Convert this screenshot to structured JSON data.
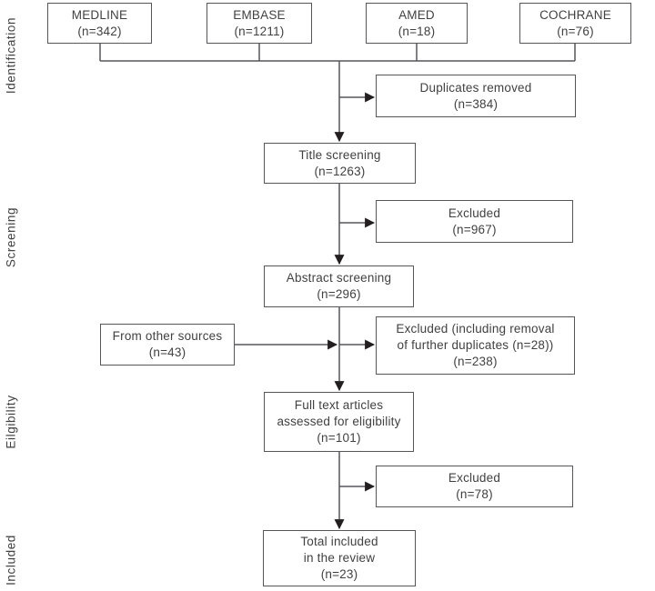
{
  "stage_labels": {
    "identification": "Identification",
    "screening": "Screening",
    "eligibility": "Eilgibility",
    "included": "Included"
  },
  "boxes": {
    "medline": "MEDLINE\n(n=342)",
    "embase": "EMBASE\n(n=1211)",
    "amed": "AMED\n(n=18)",
    "cochrane": "COCHRANE\n(n=76)",
    "duplicates_removed": "Duplicates removed\n(n=384)",
    "title_screening": "Title screening\n(n=1263)",
    "excluded_title": "Excluded\n(n=967)",
    "abstract_screening": "Abstract screening\n(n=296)",
    "from_other_sources": "From other sources\n(n=43)",
    "excluded_abstract": "Excluded (including removal\nof further duplicates (n=28))\n(n=238)",
    "full_text": "Full text articles\nassessed for eligibility\n(n=101)",
    "excluded_fulltext": "Excluded\n(n=78)",
    "total_included": "Total included\nin the review\n(n=23)"
  },
  "colors": {
    "line": "#55565a",
    "arrowhead": "#231f20",
    "text": "#414042",
    "box_background": "#ffffff",
    "page_background": "#ffffff"
  }
}
